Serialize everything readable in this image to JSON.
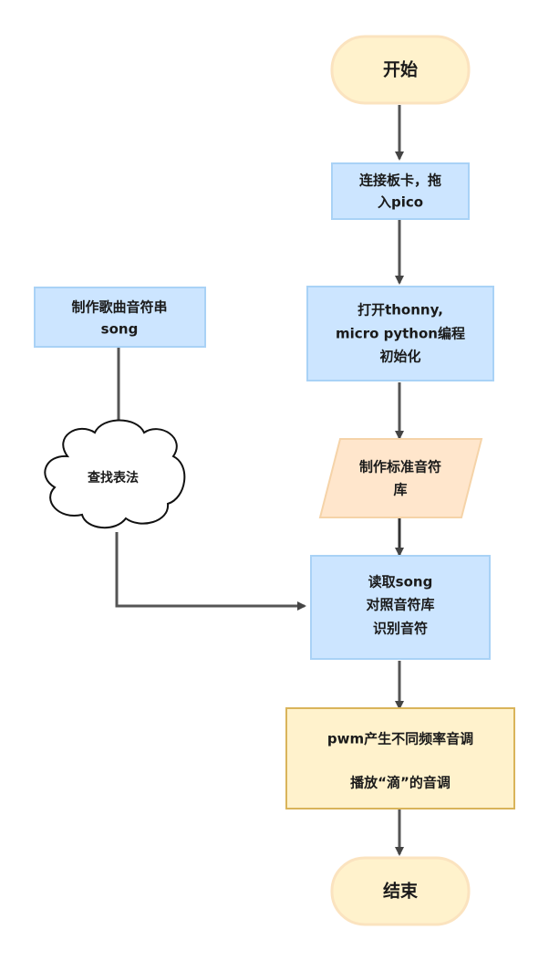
{
  "colors": {
    "terminal_fill": "#fff2cc",
    "terminal_stroke": "#fbe3bf",
    "process_fill": "#cce5ff",
    "process_stroke": "#a9d2f6",
    "data_fill": "#ffe6cc",
    "data_stroke": "#f5d3a8",
    "highlight_fill": "#fff2cc",
    "highlight_stroke": "#d9b45a",
    "cloud_stroke": "#111111",
    "connector": "#555555",
    "connector_dark": "#333333"
  },
  "nodes": {
    "start": {
      "text": "开始"
    },
    "connect": {
      "line1": "连接板卡，拖",
      "line2": "入pico"
    },
    "open_thonny": {
      "line1": "打开thonny,",
      "line2": "micro python编程",
      "line3": "初始化"
    },
    "note_library": {
      "line1": "制作标准音符",
      "line2": "库"
    },
    "read_song": {
      "line1": "读取song",
      "line2": "对照音符库",
      "line3": "识别音符"
    },
    "pwm_play": {
      "line1": "pwm产生不同频率音调",
      "line2": "播放“滴”的音调"
    },
    "end": {
      "text": "结束"
    },
    "make_song": {
      "line1": "制作歌曲音符串",
      "line2": "song"
    },
    "lookup": {
      "text": "查找表法"
    }
  }
}
